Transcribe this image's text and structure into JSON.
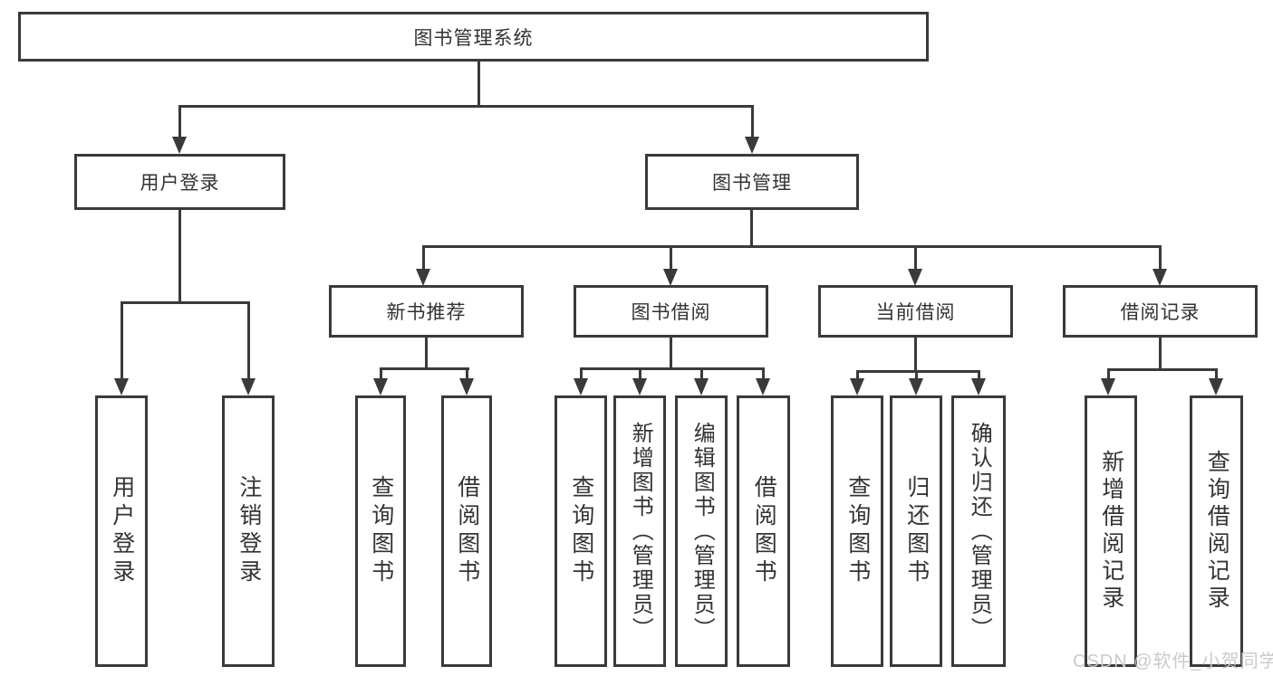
{
  "diagram_title": "图书管理系统",
  "colors": {
    "line": "#3a3a3a",
    "text": "#333333",
    "background": "#ffffff",
    "watermark": "#c7c7c7"
  },
  "root": {
    "label": "图书管理系统"
  },
  "branches": [
    {
      "label": "用户登录",
      "children": [
        {
          "label": "用户登录"
        },
        {
          "label": "注销登录"
        }
      ]
    },
    {
      "label": "图书管理",
      "children": [
        {
          "label": "新书推荐",
          "children": [
            {
              "label": "查询图书"
            },
            {
              "label": "借阅图书"
            }
          ]
        },
        {
          "label": "图书借阅",
          "children": [
            {
              "label": "查询图书"
            },
            {
              "label": "新增图书（管理员）"
            },
            {
              "label": "编辑图书（管理员）"
            },
            {
              "label": "借阅图书"
            }
          ]
        },
        {
          "label": "当前借阅",
          "children": [
            {
              "label": "查询图书"
            },
            {
              "label": "归还图书"
            },
            {
              "label": "确认归还（管理员）"
            }
          ]
        },
        {
          "label": "借阅记录",
          "children": [
            {
              "label": "新增借阅记录"
            },
            {
              "label": "查询借阅记录"
            }
          ]
        }
      ]
    }
  ],
  "watermark": {
    "text": "CSDN @软件_小贺同学"
  }
}
